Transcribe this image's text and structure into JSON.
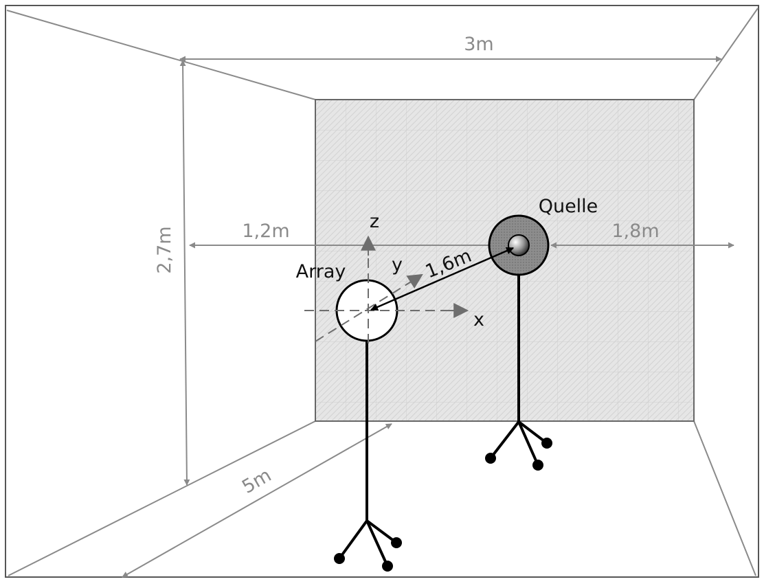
{
  "labels": {
    "width": "3m",
    "height": "2,7m",
    "depth": "5m",
    "left_distance": "1,2m",
    "right_distance": "1,8m",
    "array_source_distance": "1,6m",
    "source": "Quelle",
    "array": "Array",
    "axis_x": "x",
    "axis_y": "y",
    "axis_z": "z"
  },
  "colors": {
    "dimension": "#8a8a8a",
    "back_wall": "#e3e3e3",
    "source_outer": "#8f8f8f",
    "figure": "#000000"
  }
}
